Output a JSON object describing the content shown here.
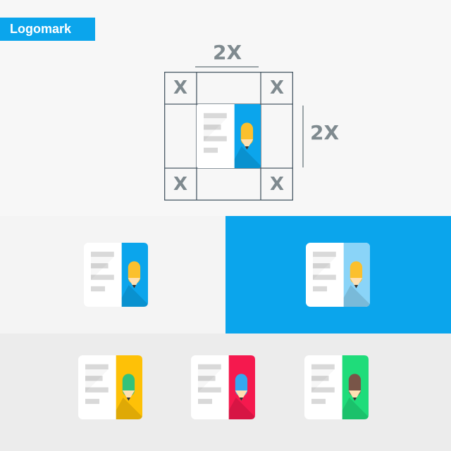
{
  "badge": {
    "label": "Logomark"
  },
  "dimensions": {
    "width_label": "2X",
    "height_label": "2X"
  },
  "clearance": {
    "corner_label": "X"
  },
  "logo_variants": [
    {
      "accent": "#0ba5ec",
      "pencil": "#fbc02d",
      "background": "#f4f4f4"
    },
    {
      "accent": "#8ad4f8",
      "pencil": "#fbc02d",
      "background": "#0ba5ec"
    },
    {
      "accent": "#fec107",
      "pencil": "#34c27a",
      "background": "#ececec"
    },
    {
      "accent": "#f5194e",
      "pencil": "#34a7f0",
      "background": "#ececec"
    },
    {
      "accent": "#1fdc7a",
      "pencil": "#795548",
      "background": "#ececec"
    }
  ]
}
